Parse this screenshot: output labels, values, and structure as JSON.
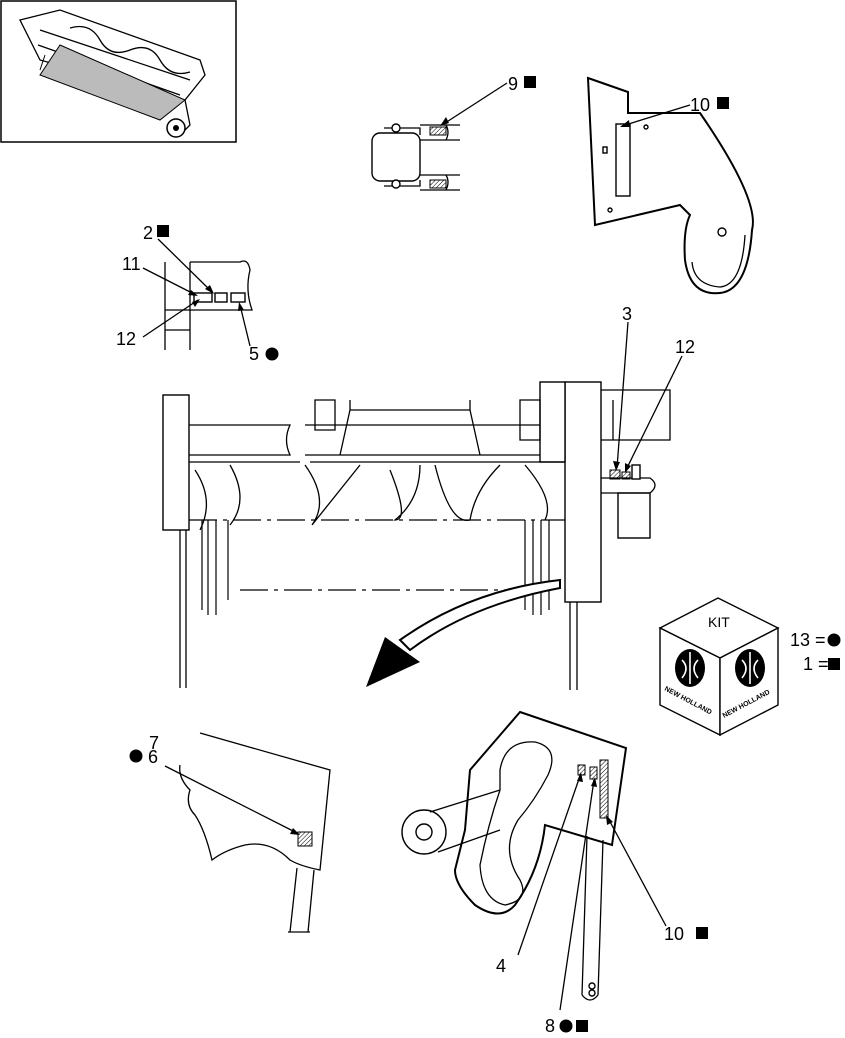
{
  "callouts": {
    "c9": "9",
    "c10_top": "10",
    "c2": "2",
    "c11": "11",
    "c12_left": "12",
    "c5": "5",
    "c3": "3",
    "c12_right": "12",
    "c7": "7",
    "c6": "6",
    "c10_bottom": "10",
    "c4": "4",
    "c8": "8"
  },
  "kit_box": {
    "label": "KIT",
    "brand_left": "NEW HOLLAND",
    "brand_right": "NEW HOLLAND"
  },
  "legend": {
    "circle_item": "13 =",
    "square_item": "1 ="
  },
  "symbols": {
    "circle": "circle-symbol",
    "square": "square-symbol"
  }
}
